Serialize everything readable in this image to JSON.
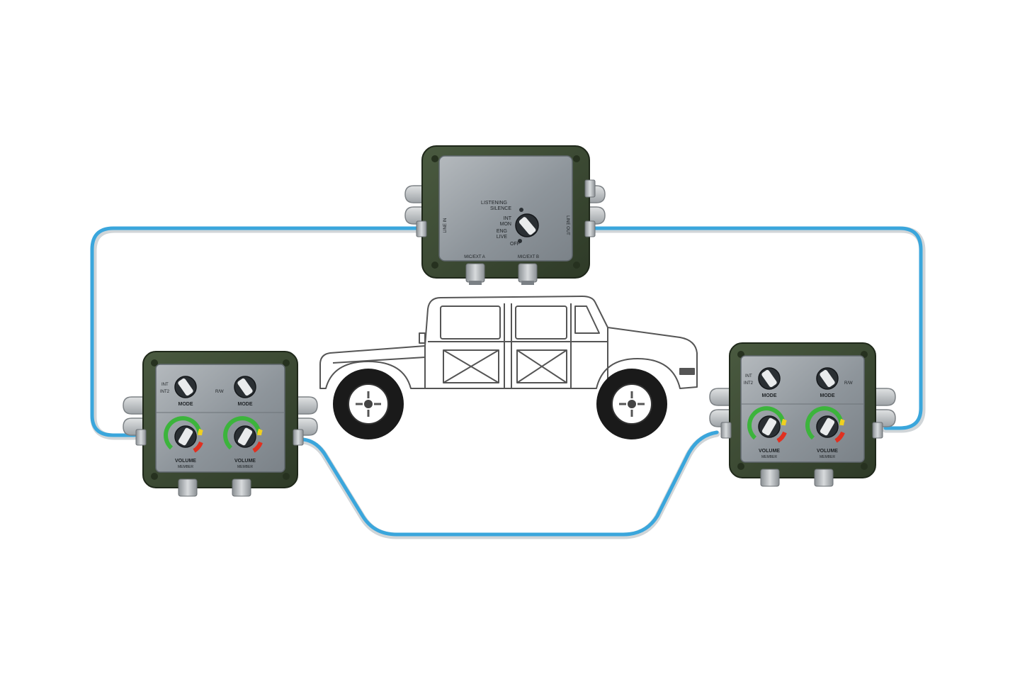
{
  "colors": {
    "background": "#ffffff",
    "cable": "#3aa6dc",
    "cable_shadow": "#9aa3ab",
    "unit_housing": "#3b4a33",
    "unit_housing_edge": "#26311f",
    "panel": "#8f969c",
    "panel_light": "#a7adb2",
    "connector": "#b9bdc0",
    "mount": "#c7cacc",
    "vehicle_outline": "#555555",
    "gauge_green": "#3cb43c",
    "gauge_yellow": "#f0d020",
    "gauge_red": "#e03020"
  },
  "top_unit": {
    "switch_labels": [
      "LISTENING",
      "SILENCE",
      "INT",
      "MON",
      "ENG",
      "LIVE",
      "OFF"
    ],
    "port_labels": [
      "MIC/EXT A",
      "MIC/EXT B"
    ],
    "side_labels": [
      "LINE IN",
      "LINE OUT"
    ]
  },
  "crew_units": [
    {
      "id": "left",
      "selector_labels": [
        "MODE",
        "MODE"
      ],
      "selector_marks": [
        "INT",
        "INT2",
        "R/W"
      ],
      "knob_labels": [
        "VOLUME",
        "VOLUME"
      ],
      "knob_sublabels": [
        "MEMBER",
        "MEMBER"
      ]
    },
    {
      "id": "right",
      "selector_labels": [
        "MODE",
        "MODE"
      ],
      "selector_marks": [
        "INT",
        "INT2",
        "R/W"
      ],
      "knob_labels": [
        "VOLUME",
        "VOLUME"
      ],
      "knob_sublabels": [
        "MEMBER",
        "MEMBER"
      ]
    }
  ],
  "vehicle": {
    "type": "humvee",
    "icon": "humvee-outline-icon"
  }
}
